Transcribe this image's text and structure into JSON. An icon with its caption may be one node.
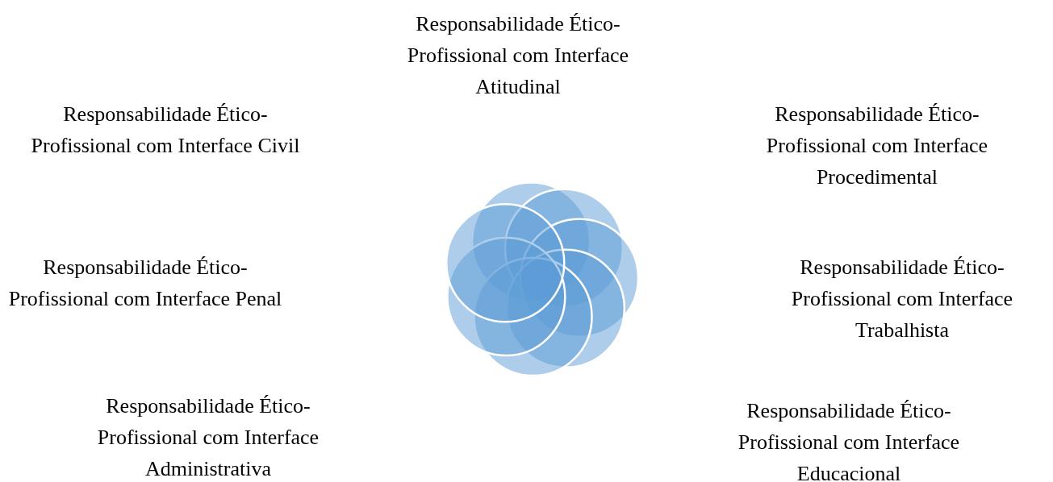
{
  "diagram": {
    "labels": [
      "Responsabilidade Ético-Profissional com Interface Atitudinal",
      "Responsabilidade Ético-Profissional com Interface Civil",
      "Responsabilidade Ético-Profissional com Interface Procedimental",
      "Responsabilidade Ético-Profissional com Interface Penal",
      "Responsabilidade Ético-Profissional com Interface Trabalhista",
      "Responsabilidade Ético-Profissional com Interface Administrativa",
      "Responsabilidade Ético-Profissional com Interface Educacional"
    ]
  }
}
